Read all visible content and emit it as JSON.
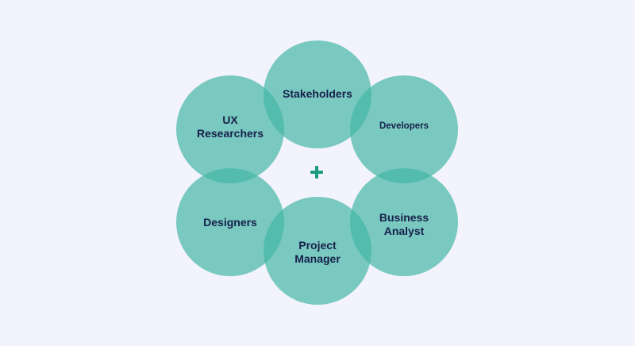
{
  "colors": {
    "background": "#f3f3fd",
    "circle_fill": "#45b6a5",
    "label_text": "#17204a",
    "plus": "#1a9a7f"
  },
  "center_icon": "plus-icon",
  "roles": [
    {
      "label": "Stakeholders"
    },
    {
      "label": "UX\nResearchers"
    },
    {
      "label": "Developers"
    },
    {
      "label": "Designers"
    },
    {
      "label": "Business\nAnalyst"
    },
    {
      "label": "Project\nManager"
    }
  ]
}
